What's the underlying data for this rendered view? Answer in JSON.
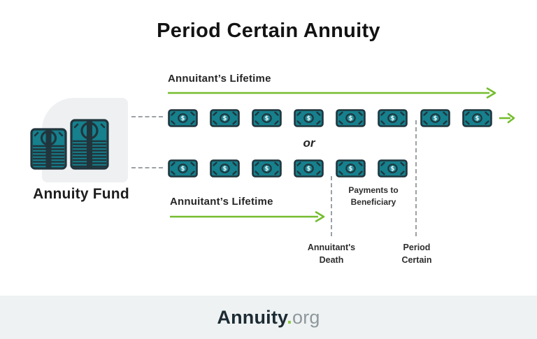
{
  "title": "Period Certain Annuity",
  "top_timeline": {
    "label": "Annuitant’s Lifetime",
    "bills_before_period_line": 6,
    "bills_after_period_line": 2
  },
  "or_divider": "or",
  "bottom_timeline": {
    "label": "Annuitant’s Lifetime",
    "bills": 6
  },
  "fund": {
    "label": "Annuity Fund"
  },
  "annotations": {
    "payments_line1": "Payments to",
    "payments_line2": "Beneficiary",
    "death_line1": "Annuitant's",
    "death_line2": "Death",
    "period_line1": "Period",
    "period_line2": "Certain"
  },
  "footer": {
    "brand": "Annuity",
    "dot": ".",
    "suffix": "org"
  },
  "colors": {
    "bill_teal": "#16808d",
    "bill_outline": "#21353d",
    "arrow_green": "#74bd2e",
    "logo_dot_green": "#8dc63f",
    "dash_gray": "#9ba1a5",
    "fund_backdrop": "#eef0f1",
    "footer_bg": "#eef2f2",
    "text_dark": "#1d1d1d",
    "logo_gray": "#8e989c"
  }
}
